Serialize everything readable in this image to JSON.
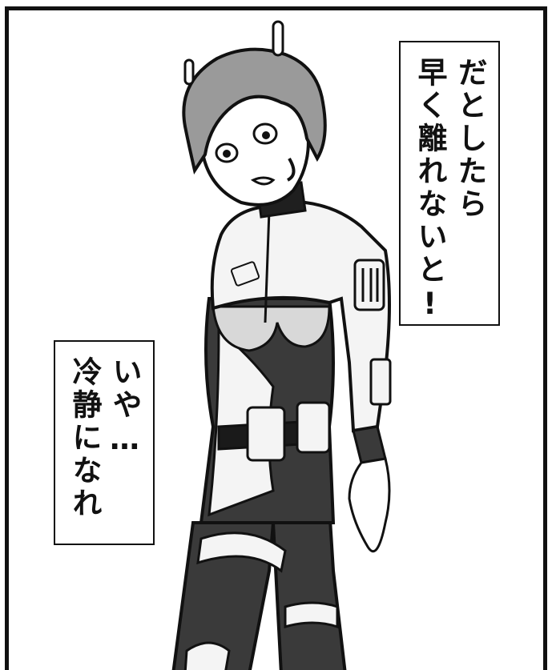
{
  "captions": {
    "top_right": {
      "lines": [
        "だとしたら",
        "早く離れないと!"
      ]
    },
    "bottom_left": {
      "lines": [
        "いや…",
        "冷静になれ"
      ]
    }
  },
  "colors": {
    "ink": "#111111",
    "paper": "#ffffff",
    "suit_dark": "#3a3a3a",
    "suit_light": "#f4f4f4",
    "hair": "#9a9a9a"
  }
}
